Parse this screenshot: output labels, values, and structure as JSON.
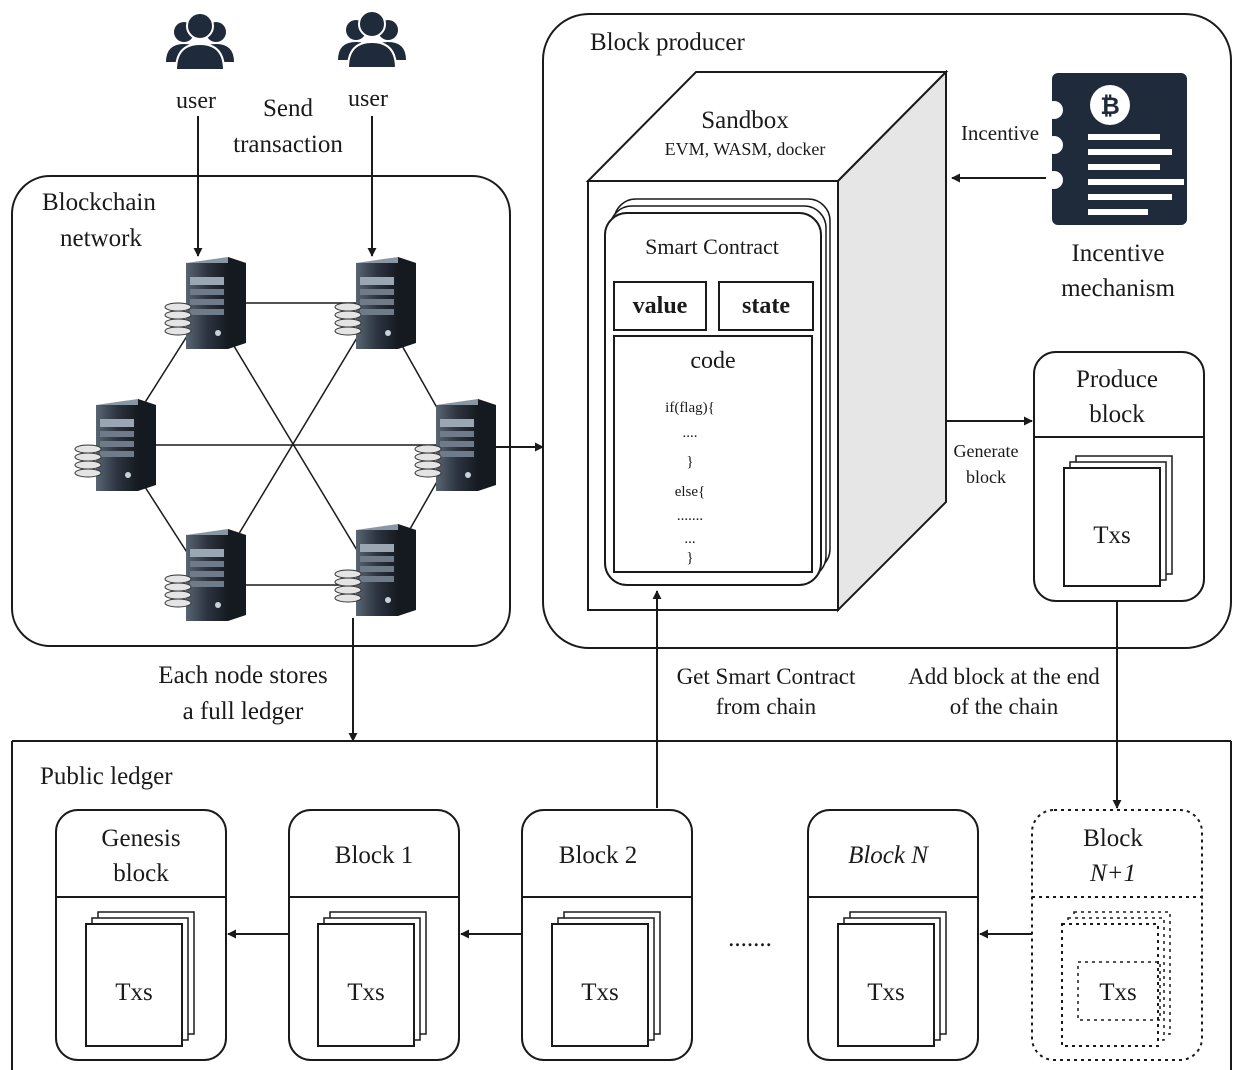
{
  "users": [
    {
      "label": "user"
    },
    {
      "label": "user"
    }
  ],
  "send_transaction": [
    "Send",
    "transaction"
  ],
  "network": {
    "title": [
      "Blockchain",
      "network"
    ],
    "note": [
      "Each node stores",
      "a full ledger"
    ]
  },
  "block_producer": {
    "title": "Block producer",
    "sandbox": {
      "title": "Sandbox",
      "subtitle": "EVM, WASM, docker"
    },
    "smart_contract": {
      "title": "Smart Contract",
      "value_label": "value",
      "state_label": "state",
      "code_label": "code",
      "code_lines": [
        "if(flag){",
        "....",
        "}",
        "else{",
        ".......",
        "...",
        "}"
      ]
    },
    "incentive_label": "Incentive",
    "incentive_mechanism": [
      "Incentive",
      "mechanism"
    ],
    "generate_block": [
      "Generate",
      "block"
    ],
    "produce_block": {
      "title": [
        "Produce",
        "block"
      ],
      "txs": "Txs"
    }
  },
  "get_contract": [
    "Get Smart Contract",
    "from chain"
  ],
  "add_block": [
    "Add block at the end",
    "of the chain"
  ],
  "public_ledger": {
    "title": "Public ledger",
    "ellipsis": ".......",
    "blocks": [
      {
        "title": [
          "Genesis",
          "block"
        ],
        "txs": "Txs"
      },
      {
        "title": [
          "Block 1"
        ],
        "txs": "Txs"
      },
      {
        "title": [
          "Block 2"
        ],
        "txs": "Txs"
      },
      {
        "title": [
          "Block N"
        ],
        "txs": "Txs"
      },
      {
        "title": [
          "Block",
          "N+1"
        ],
        "txs": "Txs",
        "pending": true
      }
    ]
  },
  "colors": {
    "ink": "#1a1a1a",
    "coin_doc": "#1f2b3a",
    "server": "#2c3440"
  }
}
